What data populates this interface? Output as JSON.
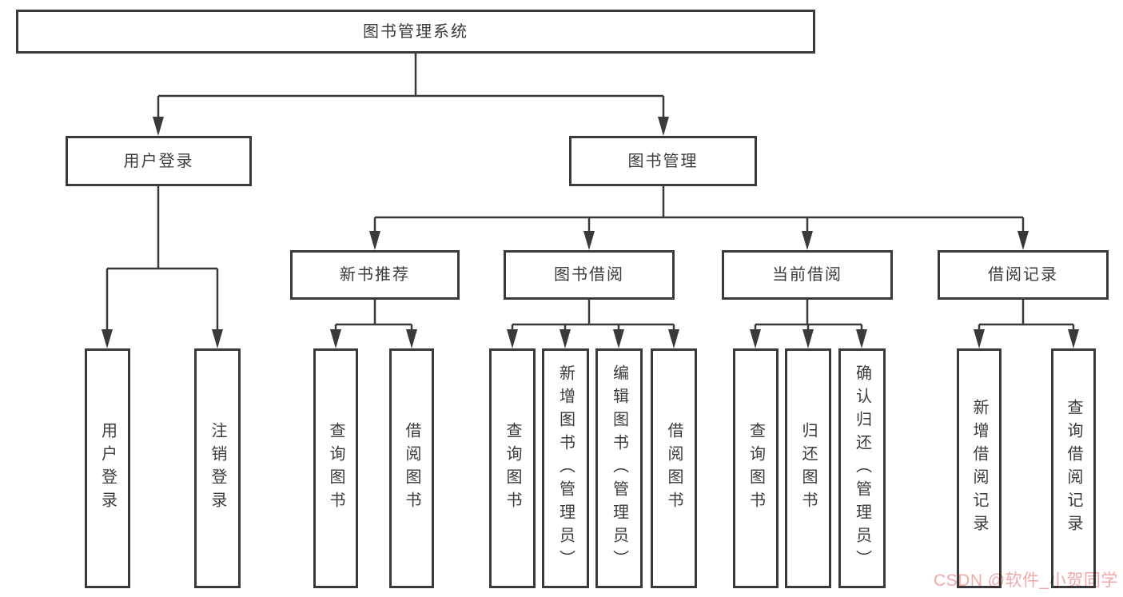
{
  "diagram": {
    "root": {
      "label": "图书管理系统",
      "children": [
        {
          "label": "用户登录",
          "children": [
            {
              "label": "用户登录"
            },
            {
              "label": "注销登录"
            }
          ]
        },
        {
          "label": "图书管理",
          "children": [
            {
              "label": "新书推荐",
              "children": [
                {
                  "label": "查询图书"
                },
                {
                  "label": "借阅图书"
                }
              ]
            },
            {
              "label": "图书借阅",
              "children": [
                {
                  "label": "查询图书"
                },
                {
                  "label": "新增图书（管理员）"
                },
                {
                  "label": "编辑图书（管理员）"
                },
                {
                  "label": "借阅图书"
                }
              ]
            },
            {
              "label": "当前借阅",
              "children": [
                {
                  "label": "查询图书"
                },
                {
                  "label": "归还图书"
                },
                {
                  "label": "确认归还（管理员）"
                }
              ]
            },
            {
              "label": "借阅记录",
              "children": [
                {
                  "label": "新增借阅记录"
                },
                {
                  "label": "查询借阅记录"
                }
              ]
            }
          ]
        }
      ]
    }
  },
  "watermark": {
    "text": "CSDN @软件_小贺同学"
  },
  "colors": {
    "line": "#3a3a3a",
    "text": "#3b3b3b",
    "box_background": "#ffffff",
    "watermark": "#f0a8a8",
    "background": "#ffffff"
  }
}
